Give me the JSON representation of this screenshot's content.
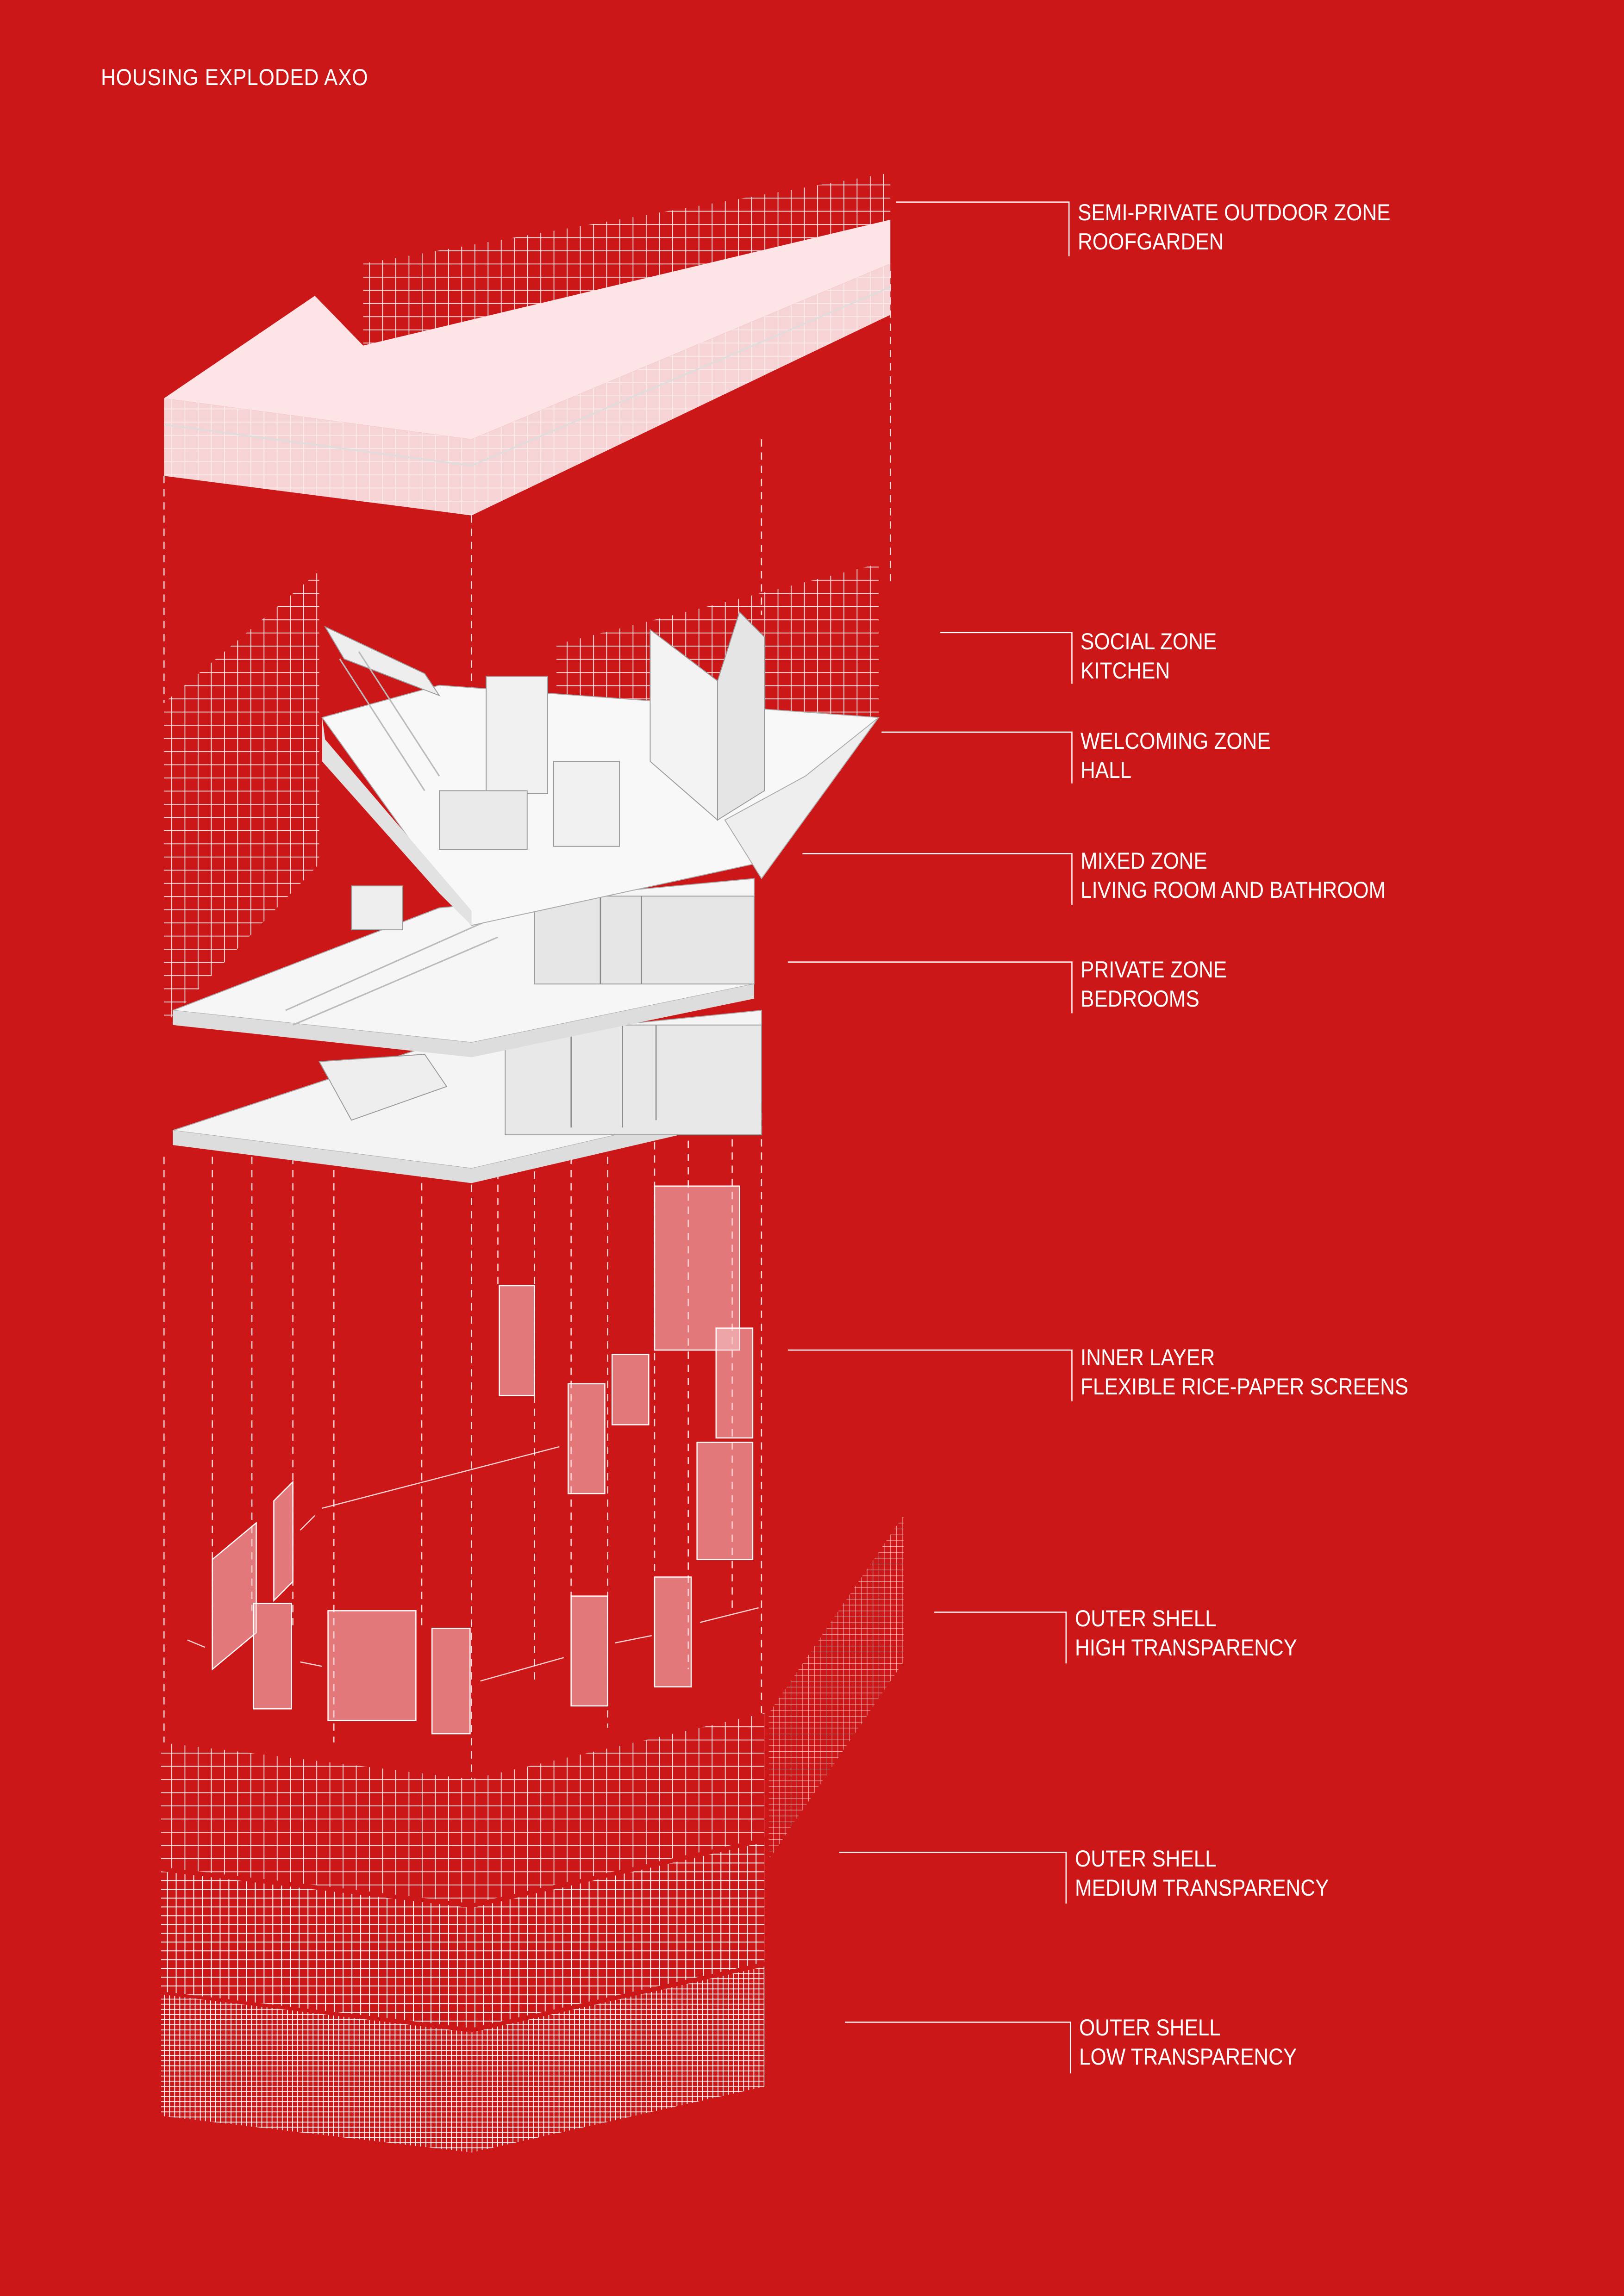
{
  "title": "HOUSING EXPLODED AXO",
  "colors": {
    "background": "#cc1719",
    "line": "#ffffff",
    "model": "#f2f2f2"
  },
  "labels": [
    {
      "line1": "SEMI-PRIVATE OUTDOOR ZONE",
      "line2": "ROOFGARDEN"
    },
    {
      "line1": "SOCIAL ZONE",
      "line2": "KITCHEN"
    },
    {
      "line1": "WELCOMING ZONE",
      "line2": "HALL"
    },
    {
      "line1": "MIXED ZONE",
      "line2": "LIVING ROOM AND BATHROOM"
    },
    {
      "line1": "PRIVATE ZONE",
      "line2": "BEDROOMS"
    },
    {
      "line1": "INNER LAYER",
      "line2": "FLEXIBLE RICE-PAPER SCREENS"
    },
    {
      "line1": "OUTER SHELL",
      "line2": "HIGH TRANSPARENCY"
    },
    {
      "line1": "OUTER SHELL",
      "line2": "MEDIUM TRANSPARENCY"
    },
    {
      "line1": "OUTER SHELL",
      "line2": "LOW TRANSPARENCY"
    }
  ]
}
